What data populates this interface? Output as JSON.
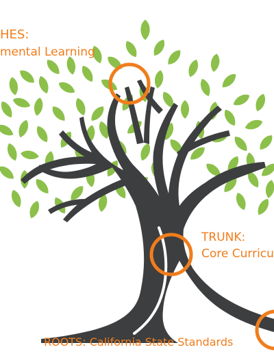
{
  "colors": {
    "leaf": "#8cc04b",
    "trunk": "#3d3e40",
    "accent": "#f07d1c",
    "background": "#ffffff"
  },
  "labels": {
    "branches": {
      "heading": "HES:",
      "text": "mental Learning"
    },
    "trunk": {
      "heading": "TRUNK:",
      "text": "Core Curricu"
    },
    "roots": {
      "text": "ROOTS: California State Standards"
    }
  },
  "markers": [
    {
      "name": "branches-marker",
      "icon": "circle-outline"
    },
    {
      "name": "trunk-marker",
      "icon": "circle-outline"
    },
    {
      "name": "roots-marker",
      "icon": "circle-outline"
    }
  ]
}
